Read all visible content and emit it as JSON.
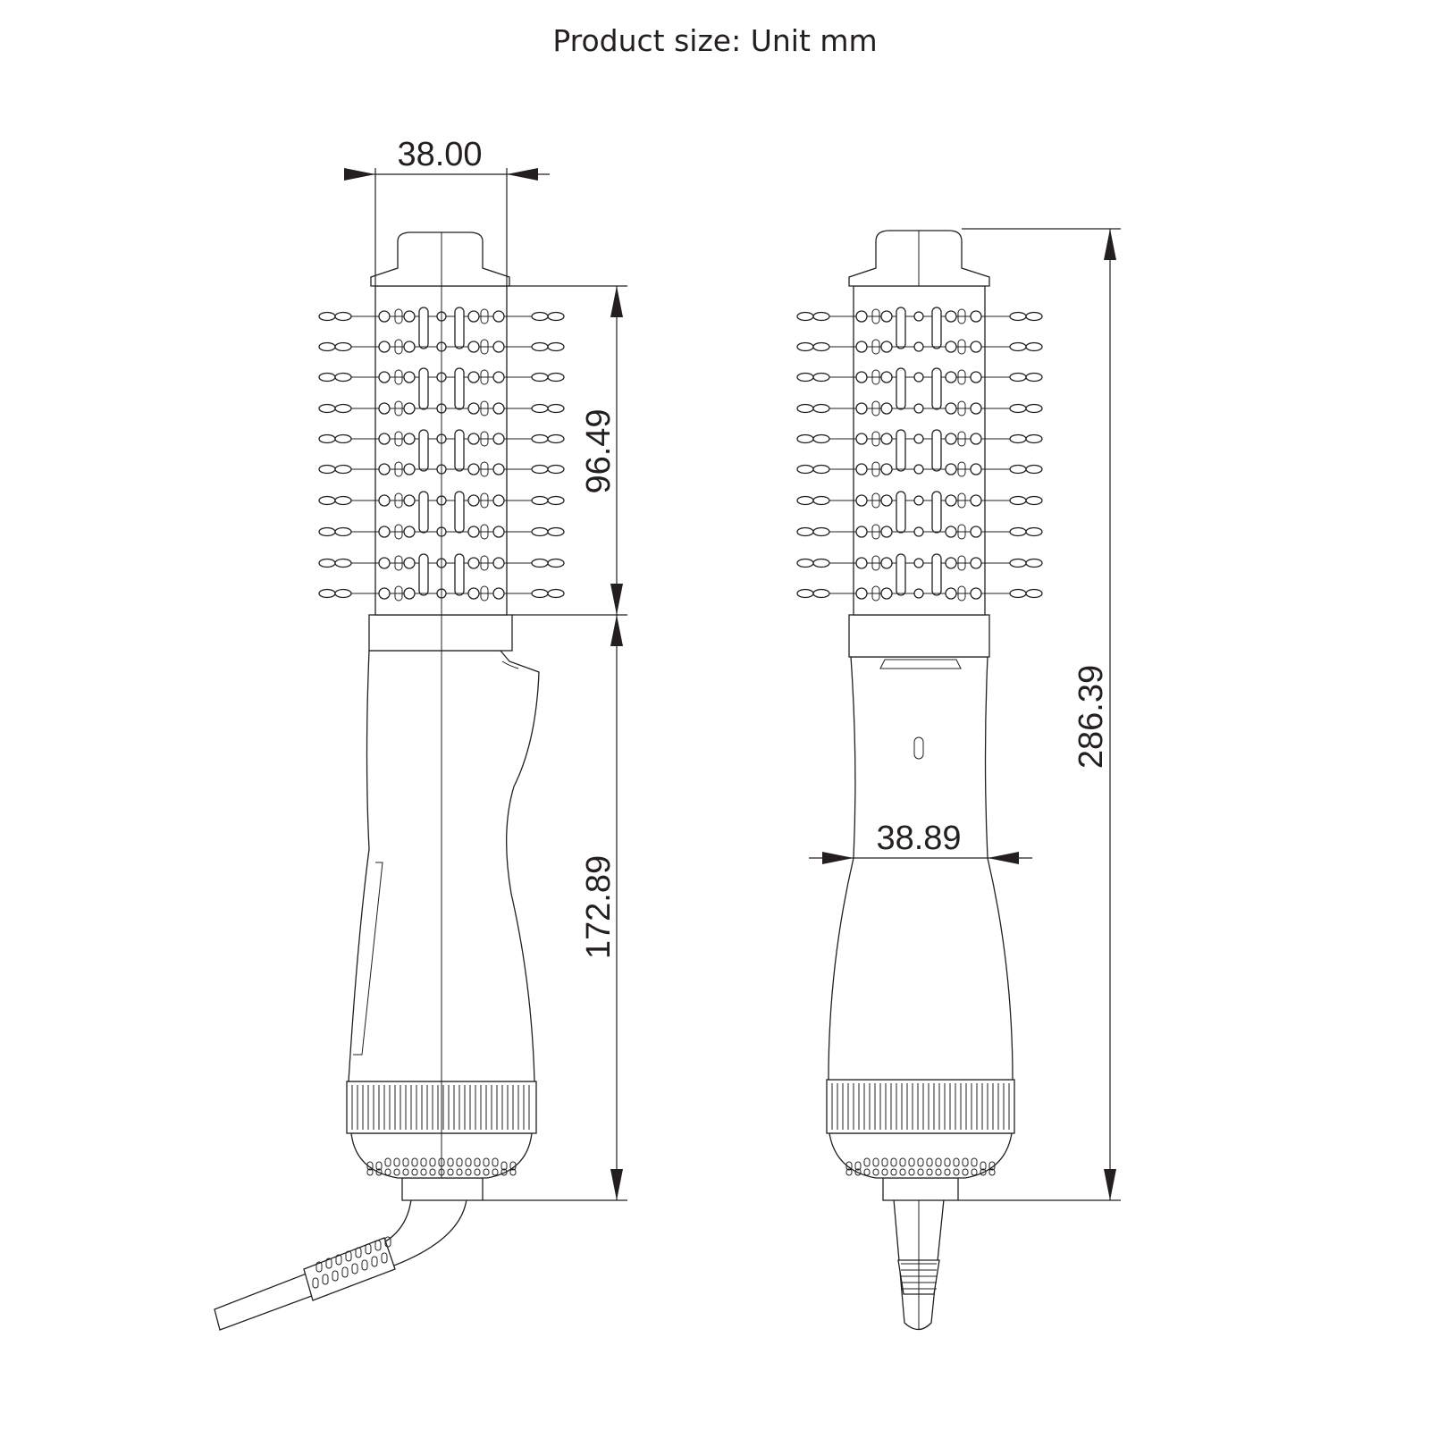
{
  "title": "Product size: Unit mm",
  "dimensions": {
    "barrel_width": "38.00",
    "barrel_length": "96.49",
    "handle_length": "172.89",
    "total_length": "286.39",
    "handle_width": "38.89"
  },
  "views": [
    "side-view",
    "front-view"
  ]
}
